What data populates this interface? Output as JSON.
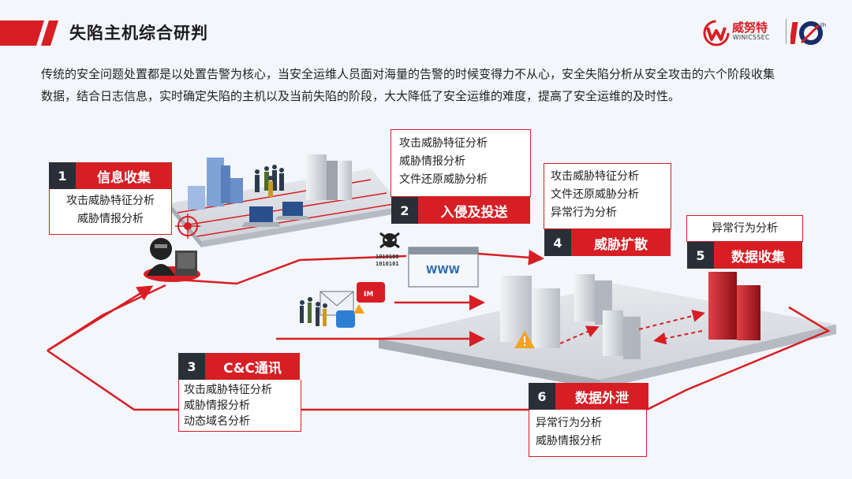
{
  "header": {
    "title": "失陷主机综合研判"
  },
  "logo": {
    "cn": "威努特",
    "en": "WINICSSEC",
    "anniv": "10",
    "anniv_suffix": "th"
  },
  "intro": {
    "line1": "传统的安全问题处置都是以处置告警为核心，当安全运维人员面对海量的告警的时候变得力不从心，安全失陷分析从安全攻击的六个阶段收集",
    "line2": "数据，结合日志信息，实时确定失陷的主机以及当前失陷的阶段，大大降低了安全运维的难度，提高了安全运维的及时性。"
  },
  "stages": [
    {
      "num": "1",
      "name": "信息收集",
      "analyses": [
        "攻击威胁特征分析",
        "威胁情报分析"
      ]
    },
    {
      "num": "2",
      "name": "入侵及投送",
      "analyses": [
        "攻击威胁特征分析",
        "威胁情报分析",
        "文件还原威胁分析"
      ]
    },
    {
      "num": "3",
      "name": "C&C通讯",
      "analyses": [
        "攻击威胁特征分析",
        "威胁情报分析",
        "动态域名分析"
      ]
    },
    {
      "num": "4",
      "name": "威胁扩散",
      "analyses": [
        "攻击威胁特征分析",
        "文件还原威胁分析",
        "异常行为分析"
      ]
    },
    {
      "num": "5",
      "name": "数据收集",
      "analyses": [
        "异常行为分析"
      ]
    },
    {
      "num": "6",
      "name": "数据外泄",
      "analyses": [
        "异常行为分析",
        "威胁情报分析"
      ]
    }
  ],
  "scene": {
    "www": "WWW",
    "binary1": "1010100",
    "binary2": "1010101",
    "im": "IM"
  },
  "colors": {
    "accent": "#d71e25",
    "dark": "#2a2e37",
    "server": "#c8ccd3"
  }
}
